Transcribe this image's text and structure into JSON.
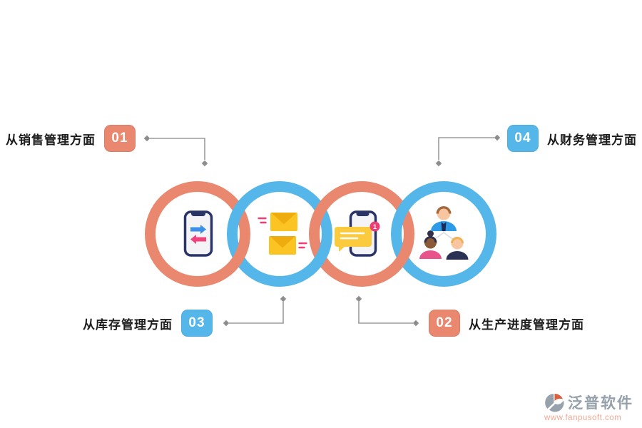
{
  "steps": [
    {
      "number": "01",
      "label": "从销售管理方面",
      "position": "top-left",
      "badge_color": "#E9886F",
      "ring_color": "#E9886F",
      "icon": "phone-sync-icon"
    },
    {
      "number": "02",
      "label": "从生产进度管理方面",
      "position": "bottom-right",
      "badge_color": "#E9886F",
      "ring_color": "#E9886F",
      "icon": "phone-message-icon"
    },
    {
      "number": "03",
      "label": "从库存管理方面",
      "position": "bottom-left",
      "badge_color": "#55B6E9",
      "ring_color": "#55B6E9",
      "icon": "mail-icon"
    },
    {
      "number": "04",
      "label": "从财务管理方面",
      "position": "top-right",
      "badge_color": "#55B6E9",
      "ring_color": "#55B6E9",
      "icon": "team-icon"
    }
  ],
  "icons": {
    "phone_message_badge_count": "1"
  },
  "colors": {
    "ring_coral": "#E9886F",
    "ring_blue": "#55B6E9",
    "connector_line": "#9B9B9B",
    "connector_diamond": "#8D8D8D",
    "label_text": "#1C1C1C",
    "badge_text": "#FFFFFF",
    "phone_navy": "#2B3467",
    "phone_screen": "#F4F4F6",
    "arrow_blue": "#3C8FE8",
    "arrow_pink": "#F0437E",
    "envelope_yellow": "#FBC422",
    "envelope_flap": "#EFAC0E",
    "bubble_yellow": "#FCCB3D",
    "notification_pink": "#EE3D72",
    "shirt_blue": "#2E9BE8",
    "shirt_pink": "#E8538B",
    "shirt_navy": "#2A3152",
    "watermark_gray": "#96A1AB",
    "watermark_url": "#F1A894",
    "watermark_logo_orange": "#DD5F3F"
  },
  "watermark": {
    "brand": "泛普软件",
    "url": "www.fanpusoft.com"
  }
}
